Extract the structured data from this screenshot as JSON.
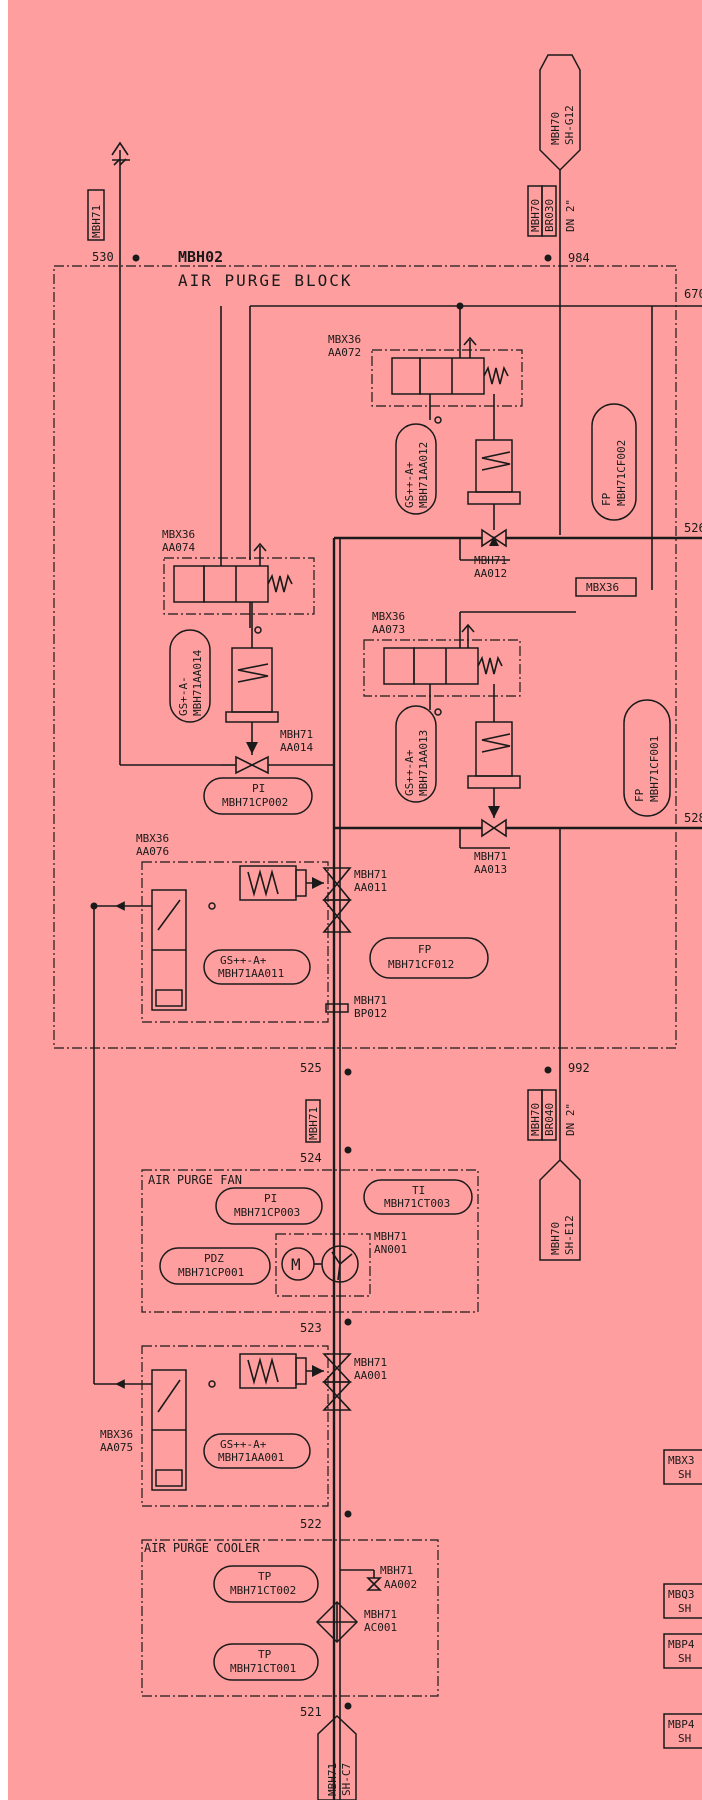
{
  "colors": {
    "background": "#ff9e9e",
    "ink": "#1a1a1a",
    "page_margin": "#ffffff"
  },
  "block": {
    "id": "MBH02",
    "title": "AIR PURGE BLOCK"
  },
  "points": {
    "p530": "530",
    "p984": "984",
    "p670": "670",
    "p526": "526",
    "p528": "528",
    "p525": "525",
    "p992": "992",
    "p524": "524",
    "p523": "523",
    "p522": "522",
    "p521": "521"
  },
  "offpage": {
    "top_vent_tag": "MBH71",
    "top_right": {
      "sys": "MBH70",
      "sheet": "SH-G12"
    },
    "top_pipe": {
      "sys": "MBH70",
      "code": "BR030",
      "dn": "DN 2\""
    },
    "bottom_pipe": {
      "sys": "MBH70",
      "code": "BR040",
      "dn": "DN 2\""
    },
    "bottom_right": {
      "sys": "MBH70",
      "sheet": "SH-E12"
    },
    "bottom_inlet": {
      "sys": "MBH71",
      "sheet": "SH-C7"
    },
    "mid_line_tag": "MBH71",
    "mbx36_tag": "MBX36",
    "edge_tags": [
      {
        "a": "MBX3",
        "b": "SH"
      },
      {
        "a": "MBQ3",
        "b": "SH"
      },
      {
        "a": "MBP4",
        "b": "SH"
      },
      {
        "a": "MBP4",
        "b": "SH"
      }
    ]
  },
  "valves": {
    "aa012": {
      "sys": "MBH71",
      "tag": "AA012"
    },
    "aa013": {
      "sys": "MBH71",
      "tag": "AA013"
    },
    "aa014": {
      "sys": "MBH71",
      "tag": "AA014"
    },
    "aa011": {
      "sys": "MBH71",
      "tag": "AA011"
    },
    "aa001": {
      "sys": "MBH71",
      "tag": "AA001"
    },
    "aa002": {
      "sys": "MBH71",
      "tag": "AA002"
    },
    "bp012": {
      "sys": "MBH71",
      "tag": "BP012"
    },
    "an001": {
      "sys": "MBH71",
      "tag": "AN001"
    },
    "ac001": {
      "sys": "MBH71",
      "tag": "AC001"
    }
  },
  "solenoids": {
    "aa072": {
      "sys": "MBX36",
      "tag": "AA072"
    },
    "aa074": {
      "sys": "MBX36",
      "tag": "AA074"
    },
    "aa073": {
      "sys": "MBX36",
      "tag": "AA073"
    },
    "aa076": {
      "sys": "MBX36",
      "tag": "AA076"
    },
    "aa075": {
      "sys": "MBX36",
      "tag": "AA075"
    }
  },
  "instruments": {
    "gs_aa012": {
      "func": "GS++-A+",
      "tag": "MBH71AA012"
    },
    "gs_aa014": {
      "func": "GS+-A-",
      "tag": "MBH71AA014"
    },
    "gs_aa013": {
      "func": "GS++-A+",
      "tag": "MBH71AA013"
    },
    "gs_aa011": {
      "func": "GS++-A+",
      "tag": "MBH71AA011"
    },
    "gs_aa001": {
      "func": "GS++-A+",
      "tag": "MBH71AA001"
    },
    "fp_cf002": {
      "func": "FP",
      "tag": "MBH71CF002"
    },
    "fp_cf001": {
      "func": "FP",
      "tag": "MBH71CF001"
    },
    "fp_cf012": {
      "func": "FP",
      "tag": "MBH71CF012"
    },
    "pi_cp002": {
      "func": "PI",
      "tag": "MBH71CP002"
    },
    "pi_cp003": {
      "func": "PI",
      "tag": "MBH71CP003"
    },
    "ti_ct003": {
      "func": "TI",
      "tag": "MBH71CT003"
    },
    "pdz_cp001": {
      "func": "PDZ",
      "tag": "MBH71CP001"
    },
    "tp_ct002": {
      "func": "TP",
      "tag": "MBH71CT002"
    },
    "tp_ct001": {
      "func": "TP",
      "tag": "MBH71CT001"
    }
  },
  "groups": {
    "fan": "AIR PURGE FAN",
    "cooler": "AIR PURGE COOLER"
  },
  "symbols": {
    "motor": "M"
  }
}
